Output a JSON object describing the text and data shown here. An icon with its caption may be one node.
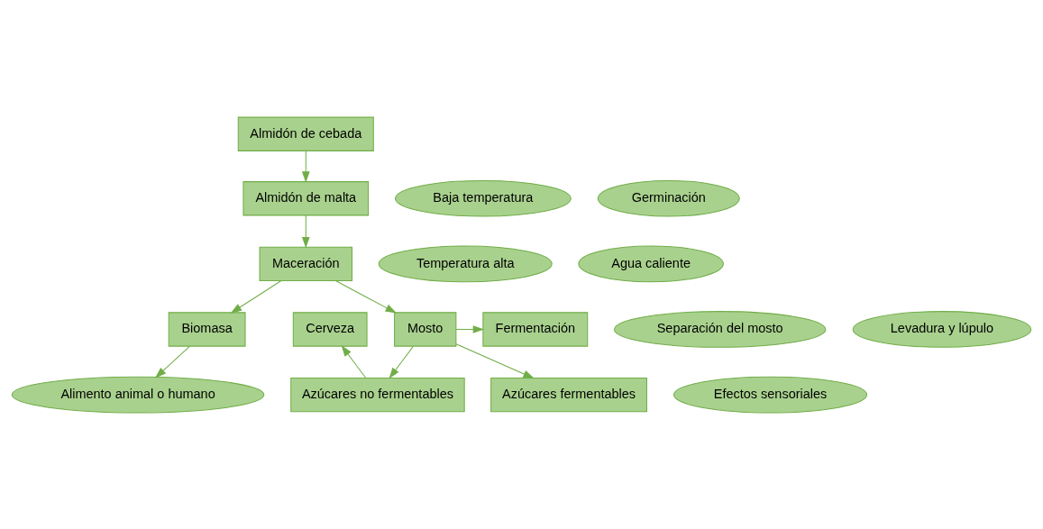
{
  "diagram": {
    "nodes": [
      {
        "text": [
          "Almidón de cebada"
        ]
      },
      {
        "text": [
          "Baja temperatura"
        ]
      },
      {
        "text": [
          "Germinación"
        ]
      },
      {
        "text": [
          "Almidón de malta"
        ]
      },
      {
        "text": [
          "Temperatura alta"
        ]
      },
      {
        "text": [
          "Agua caliente"
        ]
      },
      {
        "text": [
          "Maceración"
        ]
      },
      {
        "text": [
          "Separación del mosto"
        ]
      },
      {
        "text": [
          "Levadura y lúpulo"
        ]
      },
      {
        "text": [
          "Biomasa"
        ]
      },
      {
        "text": [
          "Mosto"
        ]
      },
      {
        "text": [
          "Fermentación"
        ]
      },
      {
        "text": [
          "Cerveza"
        ]
      },
      {
        "text": [
          "Alimento animal o humano"
        ]
      },
      {
        "text": [
          "Azúcares no fermentables"
        ]
      },
      {
        "text": [
          "Azúcares fermentables"
        ]
      },
      {
        "text": [
          "Efectos sensoriales"
        ]
      }
    ],
    "edges": [
      {
        "from": 0,
        "to": 3,
        "arrow": "to"
      },
      {
        "from": 3,
        "to": 6,
        "arrow": "to"
      },
      {
        "from": 6,
        "to": 9,
        "arrow": "to"
      },
      {
        "from": 6,
        "to": 10,
        "arrow": "to"
      },
      {
        "from": 9,
        "to": 13,
        "arrow": "to"
      },
      {
        "from": 10,
        "to": 11,
        "arrow": "to"
      },
      {
        "from": 10,
        "to": 14,
        "arrow": "to"
      },
      {
        "from": 10,
        "to": 15,
        "arrow": "to"
      },
      {
        "from": 14,
        "to": 12,
        "arrow": "to"
      }
    ]
  }
}
